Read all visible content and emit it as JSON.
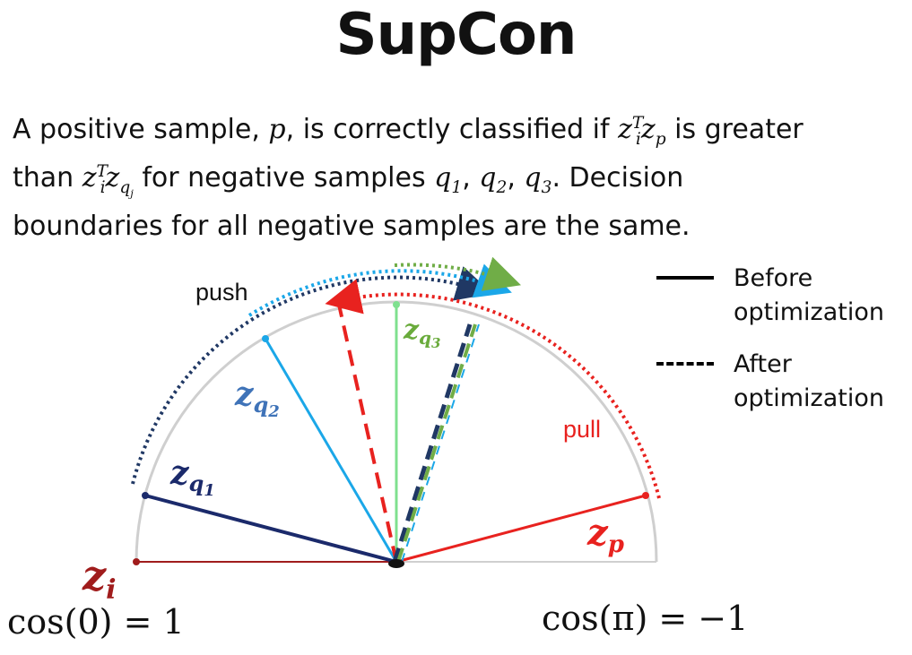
{
  "title": "SupCon",
  "description": {
    "line1_pre": "A positive sample, ",
    "line1_p": "p",
    "line1_mid": ", is correctly classified if ",
    "line1_z": "z",
    "line1_sub_i": "i",
    "line1_sup_T": "T",
    "line1_zp": "z",
    "line1_sub_p": "p",
    "line1_post": " is greater",
    "line2_pre": "than ",
    "line2_z": "z",
    "line2_sub_i": "i",
    "line2_sup_T": "T",
    "line2_zq": "z",
    "line2_sub_qj": "q",
    "line2_sub_j": "j",
    "line2_mid": " for negative samples ",
    "line2_q1": "q",
    "line2_q1_sub": "1",
    "line2_sep1": ", ",
    "line2_q2": "q",
    "line2_q2_sub": "2",
    "line2_sep2": ", ",
    "line2_q3": "q",
    "line2_q3_sub": "3",
    "line2_post": ". Decision",
    "line3": "boundaries for all negative samples are the same."
  },
  "legend": {
    "before_line1": "Before",
    "before_line2": "optimization",
    "after_line1": "After",
    "after_line2": "optimization"
  },
  "labels": {
    "push": "push",
    "pull": "pull",
    "zi": "z",
    "zi_sub": "i",
    "zp": "z",
    "zp_sub": "p",
    "zq1": "z",
    "zq1_sub": "q",
    "zq1_subsub": "1",
    "zq2": "z",
    "zq2_sub": "q",
    "zq2_subsub": "2",
    "zq3": "z",
    "zq3_sub": "q",
    "zq3_subsub": "3",
    "cos0": "cos(0) = 1",
    "cospi": "cos(π) = −1"
  },
  "colors": {
    "zi": "#a01c1c",
    "zp": "#e8221f",
    "zq1": "#1b2a6b",
    "zq2": "#1ba7e8",
    "zq2_label": "#3f73b8",
    "zq3": "#7fe08f",
    "zq3_label": "#6aab3c",
    "push_arc_light": "#1ba7e8",
    "push_arc_dark": "#203864",
    "push_arc_green": "#70ad47",
    "pull_arc": "#e8221f",
    "circle": "#cfcfcf"
  }
}
